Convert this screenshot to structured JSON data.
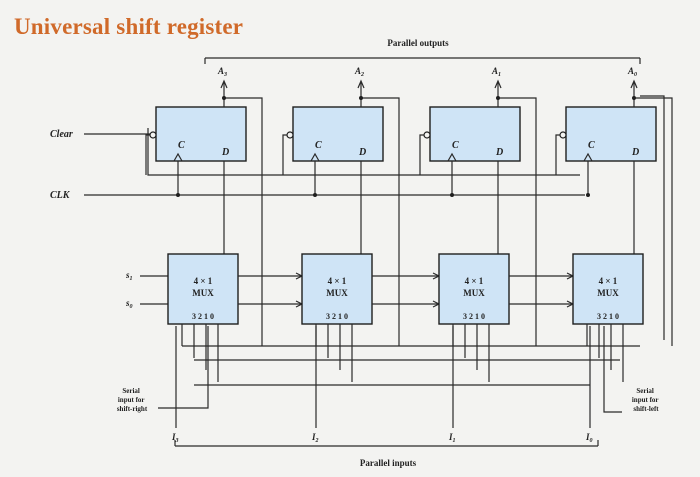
{
  "title": "Universal shift register",
  "labels": {
    "parallel_outputs": "Parallel outputs",
    "parallel_inputs": "Parallel inputs",
    "clear": "Clear",
    "clk": "CLK",
    "s1": "s",
    "s1_sub": "1",
    "s0": "s",
    "s0_sub": "0",
    "serial_right": [
      "Serial",
      "input for",
      "shift-right"
    ],
    "serial_left": [
      "Serial",
      "input for",
      "shift-left"
    ]
  },
  "flipflops": [
    {
      "output": "A",
      "sub": "3",
      "c_label": "C",
      "d_label": "D"
    },
    {
      "output": "A",
      "sub": "2",
      "c_label": "C",
      "d_label": "D"
    },
    {
      "output": "A",
      "sub": "1",
      "c_label": "C",
      "d_label": "D"
    },
    {
      "output": "A",
      "sub": "0",
      "c_label": "C",
      "d_label": "D"
    }
  ],
  "muxes": [
    {
      "line1": "4 × 1",
      "line2": "MUX",
      "pins": "3 2 1 0"
    },
    {
      "line1": "4 × 1",
      "line2": "MUX",
      "pins": "3 2 1 0"
    },
    {
      "line1": "4 × 1",
      "line2": "MUX",
      "pins": "3 2 1 0"
    },
    {
      "line1": "4 × 1",
      "line2": "MUX",
      "pins": "3 2 1 0"
    }
  ],
  "inputs": [
    {
      "label": "I",
      "sub": "3"
    },
    {
      "label": "I",
      "sub": "2"
    },
    {
      "label": "I",
      "sub": "1"
    },
    {
      "label": "I",
      "sub": "0"
    }
  ]
}
